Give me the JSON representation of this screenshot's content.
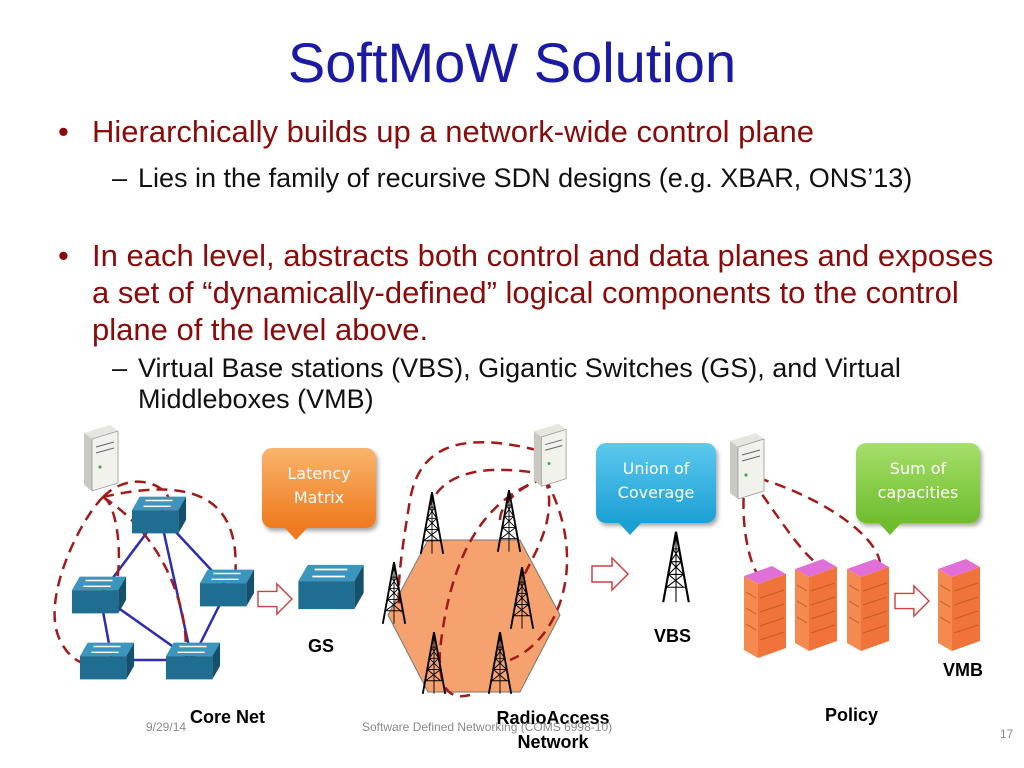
{
  "slide": {
    "title": "SoftMoW Solution",
    "bullets": [
      {
        "text": "Hierarchically builds up a network-wide control plane",
        "sub": [
          "Lies in the family of recursive SDN designs (e.g. XBAR, ONS’13)"
        ]
      },
      {
        "text": "In each level, abstracts both control and data planes and exposes a set of  “dynamically-defined” logical components to the control plane of the level above.",
        "sub": [
          "Virtual Base stations (VBS), Gigantic Switches (GS), and Virtual Middleboxes (VMB)"
        ]
      }
    ],
    "bullet_glyph": "•",
    "dash_glyph": "–"
  },
  "diagram": {
    "callouts": {
      "latency": "Latency Matrix",
      "coverage": "Union of Coverage",
      "capacities": "Sum of capacities"
    },
    "labels": {
      "gs": "GS",
      "vbs": "VBS",
      "vmb": "VMB",
      "core_net": "Core Net",
      "ran": "RadioAccess Network",
      "policy": "Policy"
    },
    "colors": {
      "switch": "#1f6e92",
      "hexagon": "#f6a26e",
      "link": "#2d2db3",
      "dashed": "#a31a1a",
      "firewall_top": "#e070d8",
      "firewall_side": "#f0743a"
    }
  },
  "footer": {
    "date": "9/29/14",
    "course": "Software Defined Networking (COMS 6998-10)",
    "page": "17"
  }
}
